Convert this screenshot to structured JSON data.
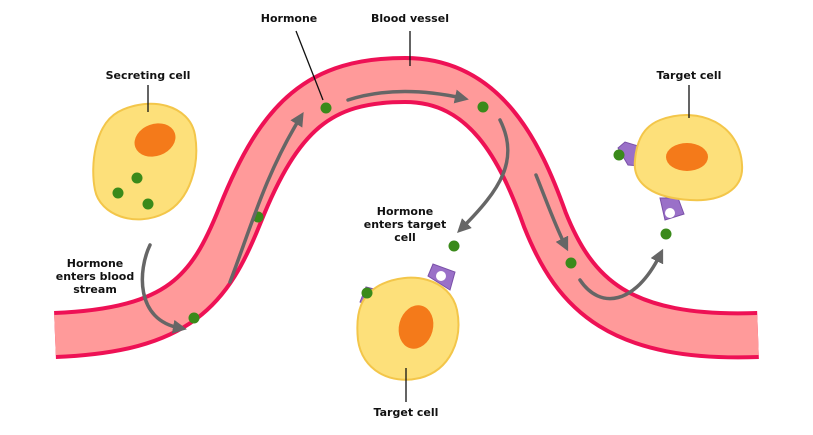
{
  "labels": {
    "secreting_cell": "Secreting cell",
    "hormone": "Hormone",
    "blood_vessel": "Blood vessel",
    "target_cell_right": "Target cell",
    "target_cell_bottom": "Target cell",
    "hormone_enters_blood_stream": "Hormone\nenters blood\nstream",
    "hormone_enters_target_cell": "Hormone\nenters target\ncell"
  },
  "colors": {
    "vessel_wall": "#ee1155",
    "vessel_lumen": "#ff9a9a",
    "cell_fill": "#fde07a",
    "cell_outline": "#f3c64a",
    "nucleus": "#f47a1a",
    "hormone": "#3a8a1a",
    "receptor": "#9a70c8",
    "arrow": "#666666"
  }
}
